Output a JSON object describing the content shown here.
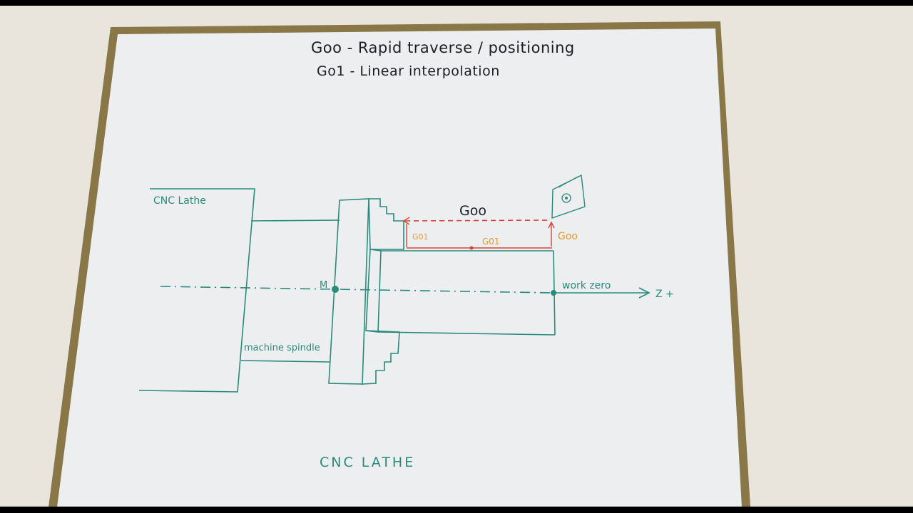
{
  "title_lines": {
    "line1": "Goo - Rapid traverse / positioning",
    "line2": "Go1 - Linear interpolation"
  },
  "labels": {
    "cnc_lathe": "CNC Lathe",
    "machine_spindle": "machine spindle",
    "m_point": "M",
    "work_zero": "work zero",
    "z_plus": "Z +",
    "g00_top": "Goo",
    "g01_left": "G01",
    "g01_bottom": "G01",
    "g00_right": "Goo",
    "caption": "CNC LATHE"
  },
  "colors": {
    "wall": "#e9e5dd",
    "frame": "#8a7748",
    "board": "#eceef0",
    "ink_black": "#1e1e24",
    "ink_green": "#2a8a7c",
    "ink_red": "#d0473c",
    "ink_orange": "#e39a2c"
  }
}
